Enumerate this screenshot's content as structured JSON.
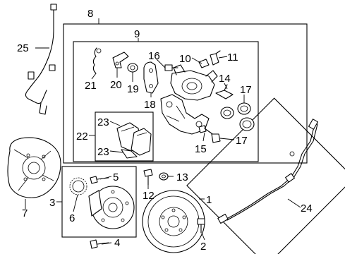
{
  "callouts": {
    "c1": "1",
    "c2": "2",
    "c3": "3",
    "c4": "4",
    "c5": "5",
    "c6": "6",
    "c7": "7",
    "c8": "8",
    "c9": "9",
    "c10": "10",
    "c11": "11",
    "c12": "12",
    "c13": "13",
    "c14": "14",
    "c15": "15",
    "c16": "16",
    "c17a": "17",
    "c17b": "17",
    "c18": "18",
    "c19": "19",
    "c20": "20",
    "c21": "21",
    "c22": "22",
    "c23a": "23",
    "c23b": "23",
    "c24": "24",
    "c25": "25"
  }
}
